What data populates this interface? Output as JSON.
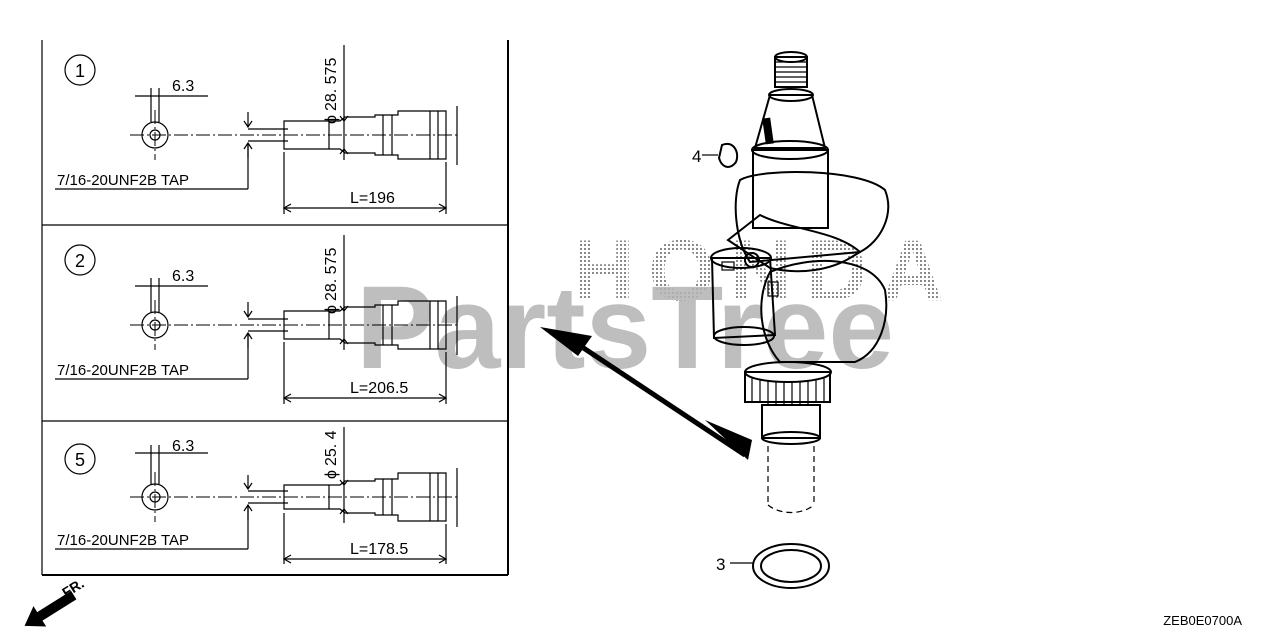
{
  "panels": [
    {
      "number": "1",
      "dim_width": "6.3",
      "diameter": "28. 575",
      "tap": "7/16-20UNF2B TAP",
      "length": "L=196"
    },
    {
      "number": "2",
      "dim_width": "6.3",
      "diameter": "28. 575",
      "tap": "7/16-20UNF2B TAP",
      "length": "L=206.5"
    },
    {
      "number": "5",
      "dim_width": "6.3",
      "diameter": "25. 4",
      "tap": "7/16-20UNF2B TAP",
      "length": "L=178.5"
    }
  ],
  "diameter_symbol": "ϕ",
  "callouts": {
    "keyway": "4",
    "washer": "3"
  },
  "direction_label": "FR.",
  "diagram_code": "ZEB0E0700A",
  "watermark": {
    "line1": "HONDA",
    "line2": "PartsTree"
  }
}
